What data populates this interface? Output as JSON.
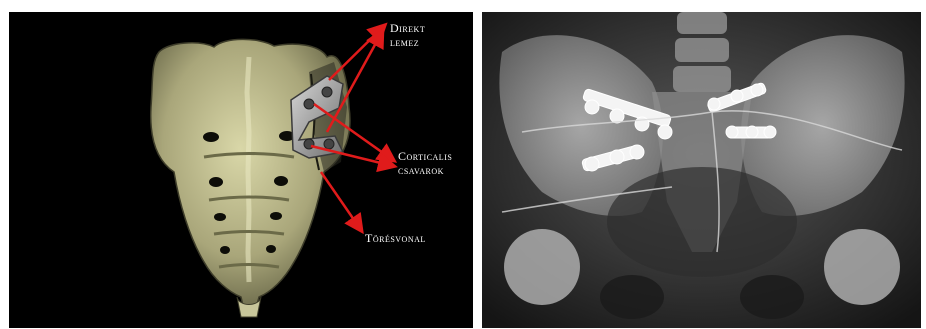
{
  "figure": {
    "left_panel": {
      "subject": "3D sacrum model with fixation plate",
      "labels": {
        "direct_plate_line1": "Direkt",
        "direct_plate_line2": "lemez",
        "cortical_screws_line1": "Corticalis",
        "cortical_screws_line2": "csavarok",
        "fracture_line": "Törésvonal"
      },
      "colors": {
        "bone": "#b9b78c",
        "arrow": "#e01b1b",
        "plate": "#9a9a9a",
        "background": "#000000"
      }
    },
    "right_panel": {
      "subject": "AP pelvic radiograph with sacral plates and screws",
      "colors": {
        "background": "#1a1a1a",
        "bone": "#9a9a9a",
        "implant": "#f2f2f2"
      }
    }
  }
}
